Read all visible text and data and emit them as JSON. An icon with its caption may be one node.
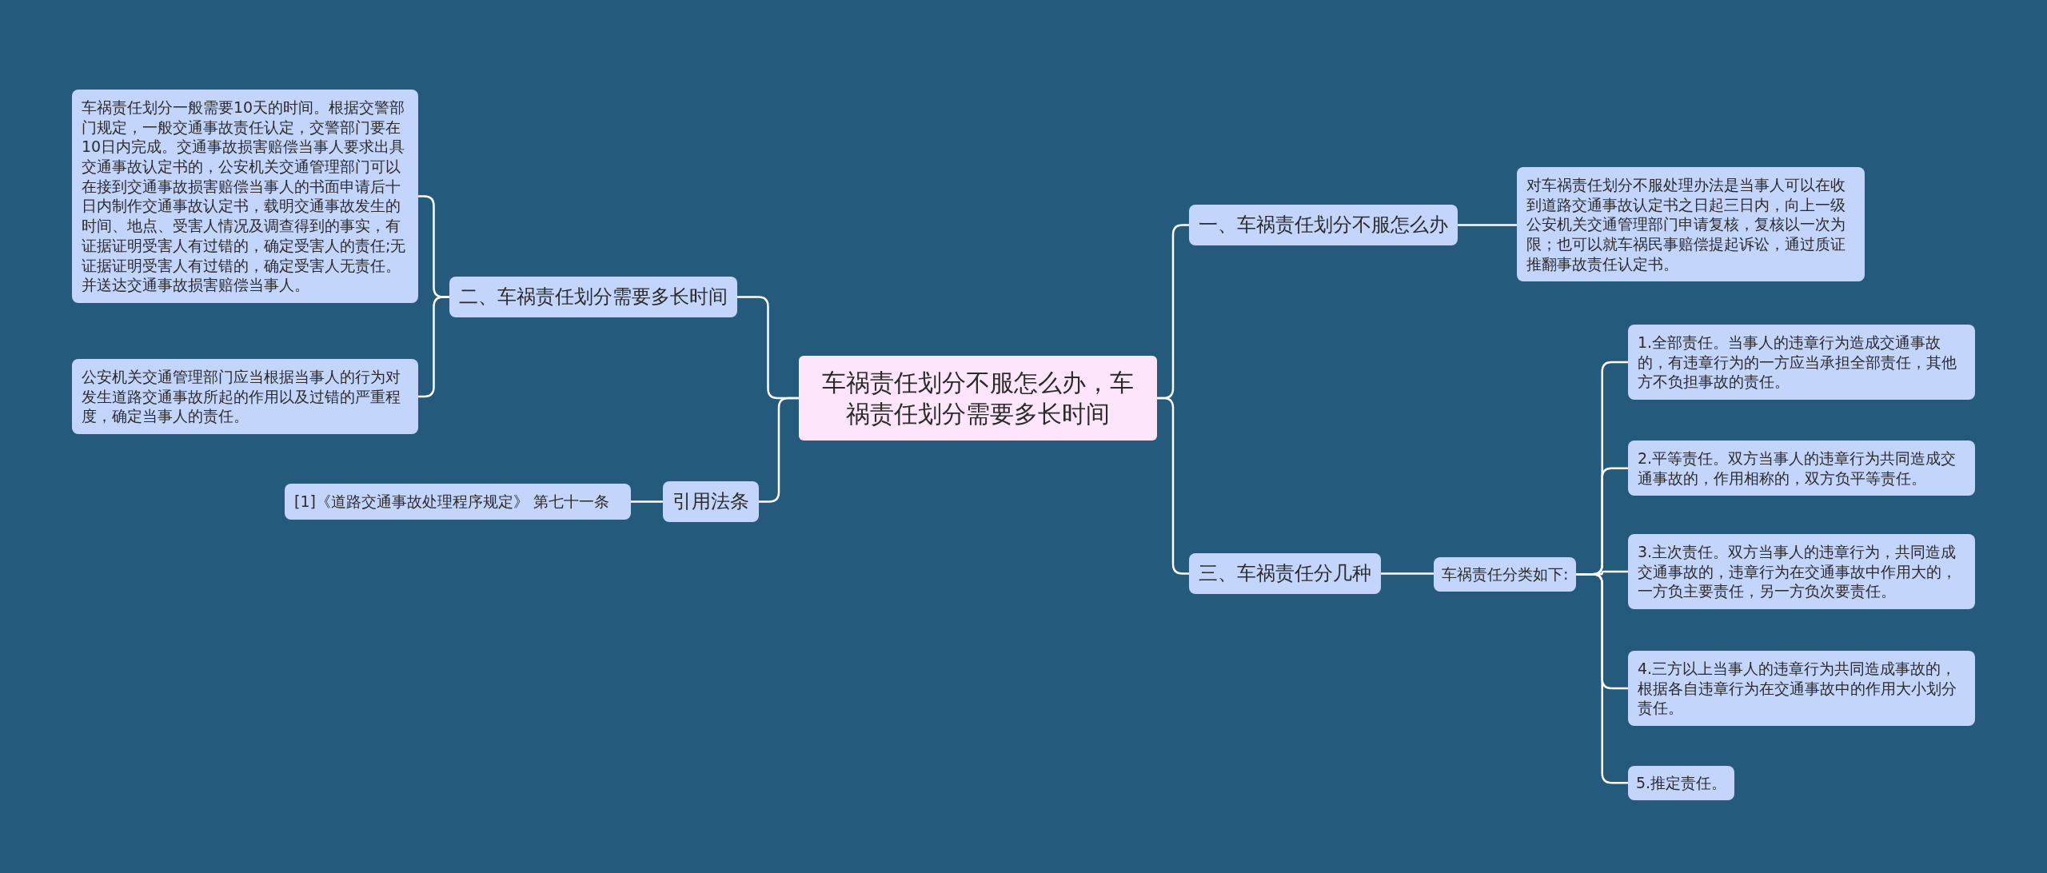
{
  "diagram": {
    "nodes": [
      {
        "text": [
          "车祸责任划分不服怎么办，车祸责任划分需要多长时间"
        ]
      },
      {
        "text": [
          "二、车祸责任划分需要多长时间"
        ]
      },
      {
        "text": [
          "车祸责任划分一般需要10天的时间。根据交警部门规定，一般交通事故责任认定，交警部门要在10日内完成。交通事故损害赔偿当事人要求出具交通事故认定书的，公安机关交通管理部门可以在接到交通事故损害赔偿当事人的书面申请后十日内制作交通事故认定书，载明交通事故发生的时间、地点、受害人情况及调查得到的事实，有证据证明受害人有过错的，确定受害人的责任;无证据证明受害人有过错的，确定受害人无责任。并送达交通事故损害赔偿当事人。"
        ]
      },
      {
        "text": [
          "公安机关交通管理部门应当根据当事人的行为对发生道路交通事故所起的作用以及过错的严重程度，确定当事人的责任。"
        ]
      },
      {
        "text": [
          "引用法条"
        ]
      },
      {
        "text": [
          "[1]《道路交通事故处理程序规定》 第七十一条"
        ]
      },
      {
        "text": [
          "一、车祸责任划分不服怎么办"
        ]
      },
      {
        "text": [
          "对车祸责任划分不服处理办法是当事人可以在收到道路交通事故认定书之日起三日内，向上一级公安机关交通管理部门申请复核，复核以一次为限；也可以就车祸民事赔偿提起诉讼，通过质证推翻事故责任认定书。"
        ]
      },
      {
        "text": [
          "三、车祸责任分几种"
        ]
      },
      {
        "text": [
          "车祸责任分类如下:"
        ]
      },
      {
        "text": [
          "1.全部责任。当事人的违章行为造成交通事故的，有违章行为的一方应当承担全部责任，其他方不负担事故的责任。"
        ]
      },
      {
        "text": [
          "2.平等责任。双方当事人的违章行为共同造成交通事故的，作用相称的，双方负平等责任。"
        ]
      },
      {
        "text": [
          "3.主次责任。双方当事人的违章行为，共同造成交通事故的，违章行为在交通事故中作用大的，一方负主要责任，另一方负次要责任。"
        ]
      },
      {
        "text": [
          "4.三方以上当事人的违章行为共同造成事故的，根据各自违章行为在交通事故中的作用大小划分责任。"
        ]
      },
      {
        "text": [
          "5.推定责任。"
        ]
      }
    ],
    "edges": [
      {
        "from": 0,
        "to": 1,
        "arrow": "none"
      },
      {
        "from": 1,
        "to": 2,
        "arrow": "none"
      },
      {
        "from": 1,
        "to": 3,
        "arrow": "none"
      },
      {
        "from": 0,
        "to": 4,
        "arrow": "none"
      },
      {
        "from": 4,
        "to": 5,
        "arrow": "none"
      },
      {
        "from": 0,
        "to": 6,
        "arrow": "none"
      },
      {
        "from": 6,
        "to": 7,
        "arrow": "none"
      },
      {
        "from": 0,
        "to": 8,
        "arrow": "none"
      },
      {
        "from": 8,
        "to": 9,
        "arrow": "none"
      },
      {
        "from": 9,
        "to": 10,
        "arrow": "none"
      },
      {
        "from": 9,
        "to": 11,
        "arrow": "none"
      },
      {
        "from": 9,
        "to": 12,
        "arrow": "none"
      },
      {
        "from": 9,
        "to": 13,
        "arrow": "none"
      },
      {
        "from": 9,
        "to": 14,
        "arrow": "none"
      }
    ]
  }
}
